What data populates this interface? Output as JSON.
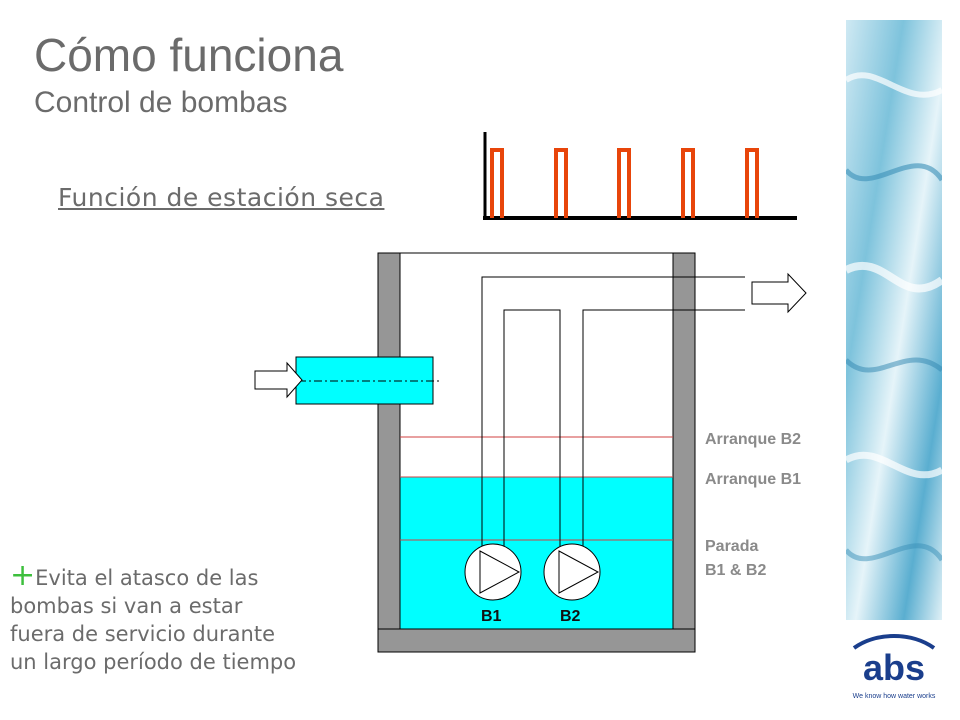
{
  "header": {
    "title": "Cómo funciona",
    "subtitle": "Control de bombas"
  },
  "section_title": "Función de estación seca",
  "levels": {
    "start_b2": "Arranque B2",
    "start_b1": "Arranque B1",
    "stop_line1": "Parada",
    "stop_line2": "B1 & B2"
  },
  "pumps": {
    "b1": "B1",
    "b2": "B2"
  },
  "benefit": {
    "plus": "+",
    "text_line1": "Evita el atasco de las",
    "text_line2": "bombas si van a estar",
    "text_line3": "fuera de servicio durante",
    "text_line4": "un largo período de tiempo"
  },
  "logo": {
    "brand": "abs",
    "tagline": "We know how water works"
  },
  "colors": {
    "water": "#00ffff",
    "wall": "#969696",
    "pulse": "#e8450a",
    "level_line": "#d04040",
    "text_gray": "#6b6b6b",
    "plus_green": "#3dbf3d",
    "logo_blue": "#1a3e8c"
  }
}
